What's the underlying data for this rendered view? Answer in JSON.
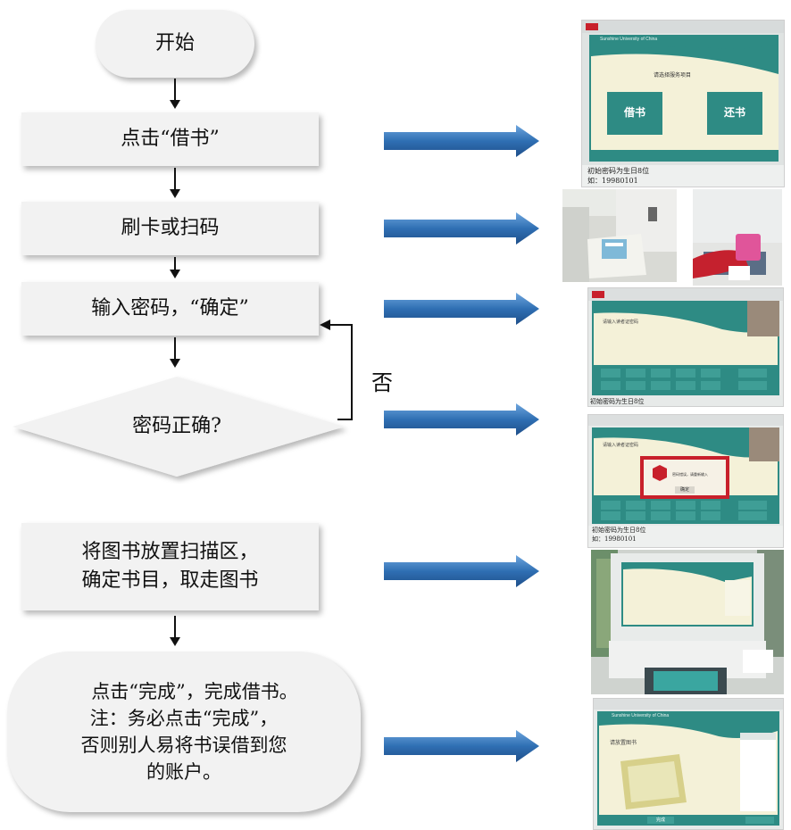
{
  "flowchart": {
    "start": "开始",
    "step_borrow": "点击“借书”",
    "step_card": "刷卡或扫码",
    "step_password": "输入密码，“确定”",
    "decision": "密码正确?",
    "no_label": "否",
    "step_scan_lines": [
      "将图书放置扫描区，",
      "确定书目，取走图书"
    ],
    "step_finish_lines": [
      "点击“完成”，完成借书。",
      "注：务必点击“完成”，",
      "否则别人易将书误借到您",
      "的账户。"
    ]
  },
  "screens": {
    "menu": {
      "header": "Sunshine University of China",
      "prompt": "请选择服务项目",
      "borrow_button": "借书",
      "return_button": "还书",
      "hint_line1": "初始密码为生日8位",
      "hint_line2": "如：19980101"
    },
    "password": {
      "prompt": "请输入读者证密码",
      "hint": "初始密码为生日8位"
    },
    "error": {
      "prompt": "请输入读者证密码",
      "error_text": "密码错误，请重新输入",
      "ok": "确定",
      "hint_line1": "初始密码为生日8位",
      "hint_line2": "如：19980101"
    },
    "finish": {
      "header": "Sunshine University of China",
      "prompt": "请放置图书",
      "done_button": "完成"
    }
  },
  "colors": {
    "node_fill": "#f2f2f2",
    "arrow_blue": "#2f6fb3",
    "screen_teal": "#2e8b84",
    "screen_bg": "#f4f1d8",
    "error_red": "#c8202b"
  }
}
